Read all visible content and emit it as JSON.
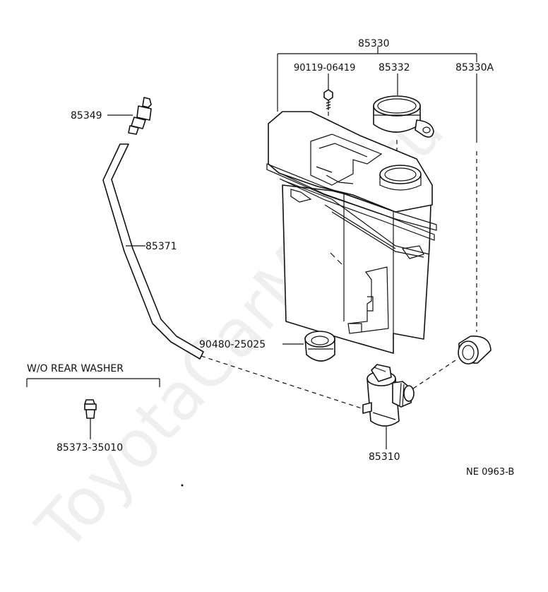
{
  "diagram": {
    "reference_code": "NE 0963-B",
    "watermark": "ToyotaCarMine.ru",
    "section_label": "W/O REAR WASHER",
    "part_numbers": {
      "assembly": "85330",
      "bolt": "90119-06419",
      "cap": "85332",
      "grommet_right": "85330A",
      "check_valve": "85349",
      "hose": "85371",
      "grommet_left": "90480-25025",
      "plug": "85373-35010",
      "motor_pump": "85310"
    }
  }
}
